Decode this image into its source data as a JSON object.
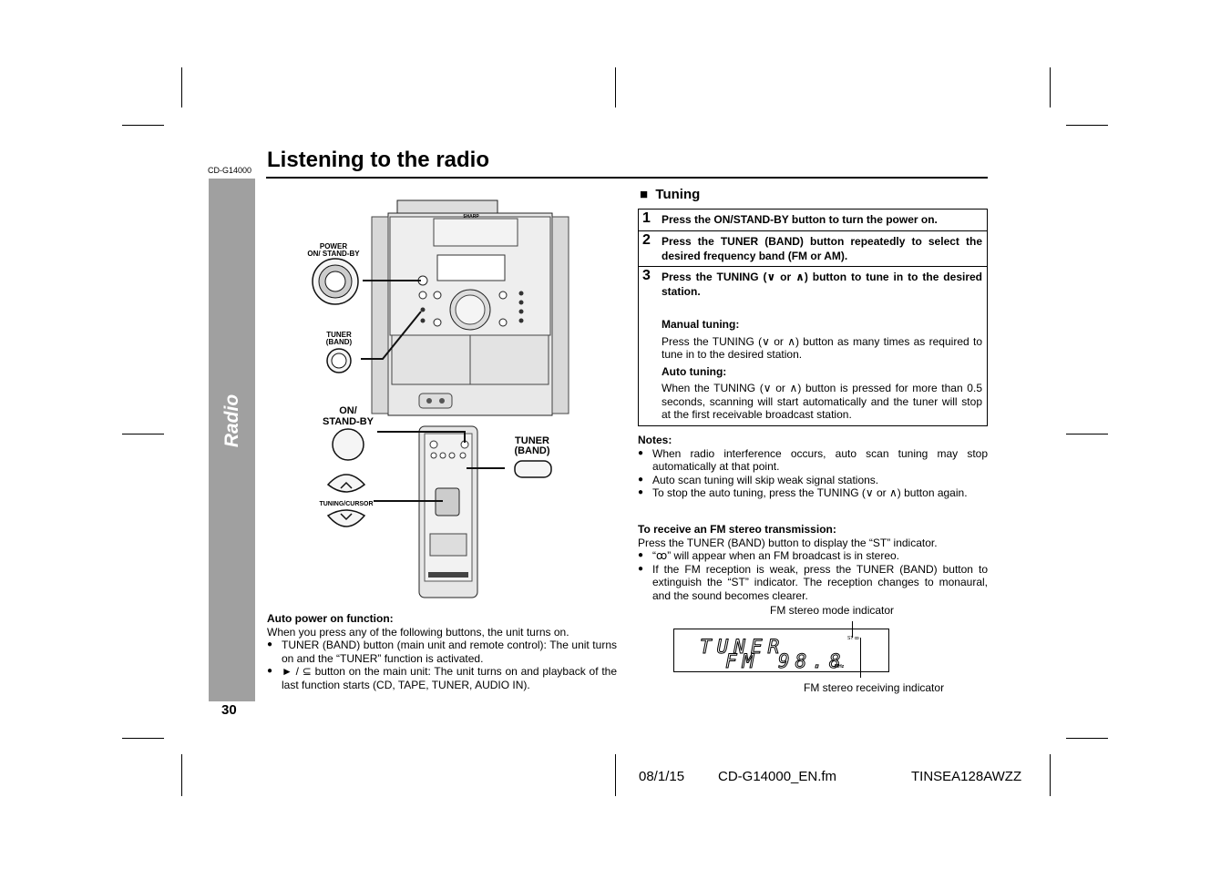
{
  "header": {
    "model_code": "CD-G14000",
    "title": "Listening to the radio"
  },
  "sidebar": {
    "section": "Radio",
    "page_number": "30"
  },
  "illustration": {
    "power_label_line1": "POWER",
    "power_label_line2": "ON/ STAND-BY",
    "tuner_label_line1": "TUNER",
    "tuner_label_line2": "(BAND)",
    "unit_brand": "SHARP",
    "remote_on_line1": "ON/",
    "remote_on_line2": "STAND-BY",
    "remote_tuner_line1": "TUNER",
    "remote_tuner_line2": "(BAND)",
    "tuning_cursor_label": "TUNING/CURSOR"
  },
  "auto_power": {
    "heading": "Auto power on function:",
    "intro": "When you press any of the following buttons, the unit turns on.",
    "bullets": [
      "TUNER (BAND) button (main unit and remote control): The unit turns on and the “TUNER” function is activated.",
      "► / ⊆ button on the main unit: The unit turns on and playback of the last function starts (CD, TAPE, TUNER, AUDIO IN)."
    ]
  },
  "tuning": {
    "heading": "Tuning",
    "steps": [
      {
        "num": "1",
        "text": "Press the ON/STAND-BY button to turn the power on."
      },
      {
        "num": "2",
        "text": "Press the TUNER (BAND) button repeatedly to select the desired frequency band (FM or AM)."
      },
      {
        "num": "3",
        "text": "Press the TUNING (∨ or ∧) button to tune in to the desired station."
      }
    ],
    "manual_heading": "Manual tuning:",
    "manual_text": "Press the TUNING (∨ or ∧) button as many times as required to tune in to the desired station.",
    "auto_heading": "Auto tuning:",
    "auto_text": "When the TUNING (∨ or ∧) button is pressed for more than 0.5 seconds, scanning will start automatically and the tuner will stop at the first receivable broadcast station."
  },
  "notes": {
    "heading": "Notes:",
    "bullets": [
      "When radio interference occurs, auto scan tuning may stop automatically at that point.",
      "Auto scan tuning will skip weak signal stations.",
      "To stop the auto tuning, press the TUNING (∨ or ∧) button again."
    ]
  },
  "fm_stereo": {
    "heading": "To receive an FM stereo transmission:",
    "intro": "Press the TUNER (BAND) button to display the “ST” indicator.",
    "bullets": [
      "“ꝏ” will appear when an FM broadcast is in stereo.",
      "If the FM reception is weak, press the TUNER (BAND) button to extinguish the “ST” indicator. The reception changes to monaural, and the sound becomes clearer."
    ],
    "mode_indicator_label": "FM stereo mode indicator",
    "receiving_indicator_label": "FM stereo receiving indicator",
    "display_line1": "TUNER",
    "display_band": "FM",
    "display_freq": "98.8",
    "display_unit": "MHz",
    "display_st": "ST ꝏ"
  },
  "footer": {
    "date": "08/1/15",
    "file": "CD-G14000_EN.fm",
    "code": "TINSEA128AWZZ"
  }
}
